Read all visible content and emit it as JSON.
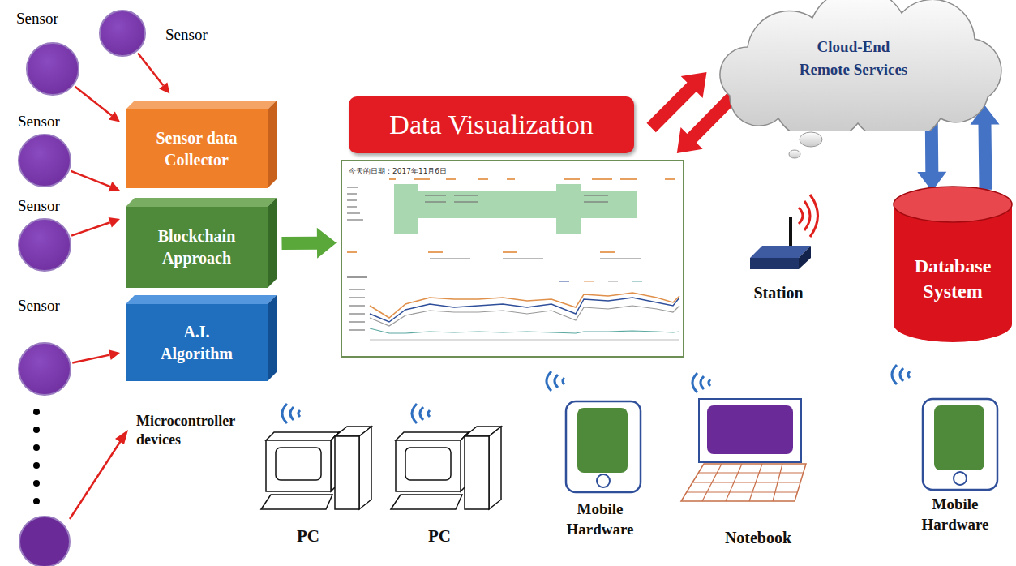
{
  "diagram": {
    "nodes": [
      {
        "text": [
          "Sensor"
        ]
      },
      {
        "text": [
          "Sensor"
        ]
      },
      {
        "text": [
          "Sensor"
        ]
      },
      {
        "text": [
          "Sensor"
        ]
      },
      {
        "text": [
          "Sensor"
        ]
      },
      {
        "text": [
          "Sensor data Collector"
        ]
      },
      {
        "text": [
          "Blockchain Approach"
        ]
      },
      {
        "text": [
          "A.I. Algorithm"
        ]
      },
      {
        "text": [
          "Data Visualization",
          "今天的日期：2017年11月6日"
        ]
      },
      {
        "text": [
          "Cloud-End Remote Services"
        ]
      },
      {
        "text": [
          "Database System"
        ]
      }
    ],
    "edges": [
      {
        "from": 0,
        "to": 5,
        "arrow": "to"
      },
      {
        "from": 1,
        "to": 5,
        "arrow": "to"
      },
      {
        "from": 2,
        "to": 5,
        "arrow": "to"
      },
      {
        "from": 3,
        "to": 6,
        "arrow": "to"
      },
      {
        "from": 4,
        "to": 7,
        "arrow": "to"
      },
      {
        "from": 6,
        "to": 8,
        "arrow": "to"
      },
      {
        "from": 8,
        "to": 9,
        "arrow": "to"
      },
      {
        "from": 9,
        "to": 8,
        "arrow": "to"
      },
      {
        "from": 9,
        "to": 10,
        "arrow": "to"
      },
      {
        "from": 10,
        "to": 9,
        "arrow": "to"
      }
    ],
    "labels": [
      "Microcontroller devices",
      "Station",
      "PC",
      "PC",
      "Mobile Hardware",
      "Notebook",
      "Mobile Hardware"
    ]
  }
}
